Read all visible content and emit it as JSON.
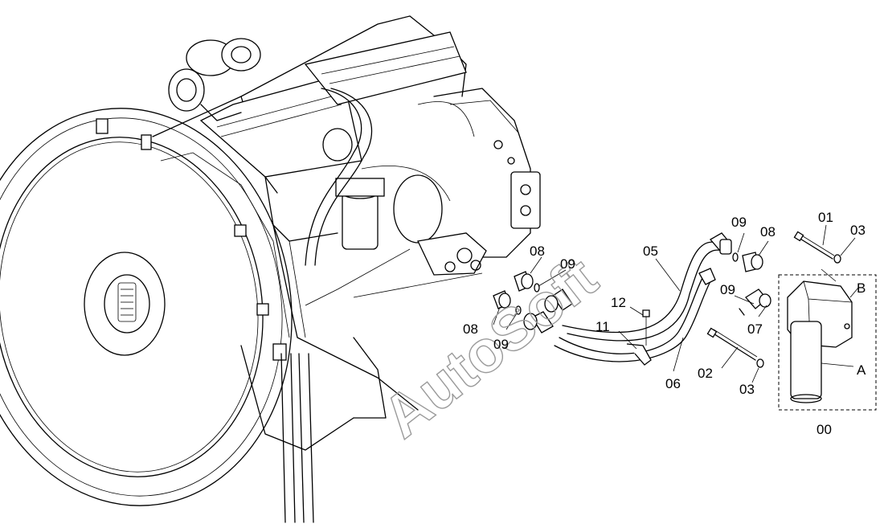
{
  "watermark": "AutoSoft",
  "callouts": {
    "c01": "01",
    "c03a": "03",
    "c09a": "09",
    "c08a": "08",
    "c05": "05",
    "cB": "B",
    "c08b": "08",
    "c09b": "09",
    "c09c": "09",
    "c12": "12",
    "c07": "07",
    "c08c": "08",
    "c09d": "09",
    "c11": "11",
    "c06": "06",
    "c02": "02",
    "cA": "A",
    "c03b": "03",
    "c00": "00"
  }
}
